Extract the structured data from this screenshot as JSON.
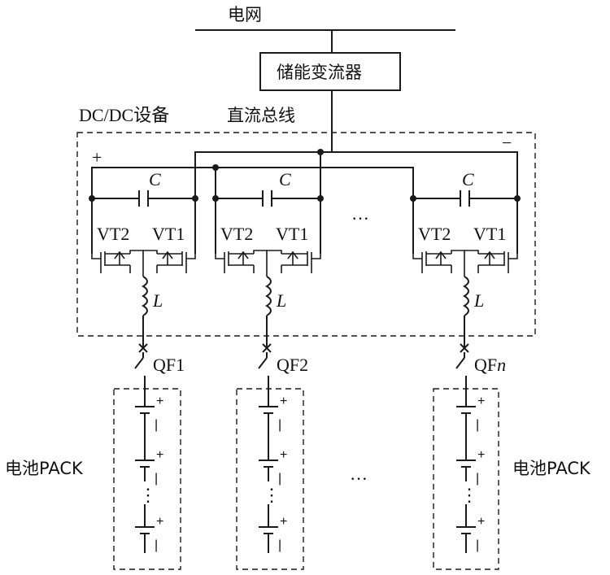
{
  "labels": {
    "grid": "电网",
    "pcs": "储能变流器",
    "dcdc": "DC/DC设备",
    "dc_bus": "直流总线",
    "plus": "+",
    "minus": "−",
    "cap": "C",
    "vt2": "VT2",
    "vt1": "VT1",
    "inductor": "L",
    "ellipsis": "···",
    "qf1": "QF1",
    "qf2": "QF2",
    "qfn_prefix": "QF",
    "qfn_suffix": "n",
    "battery_left": "电池PACK",
    "battery_right": "电池PACK",
    "cell_plus": "+",
    "cell_minus": "|",
    "vdots": "⋮"
  }
}
